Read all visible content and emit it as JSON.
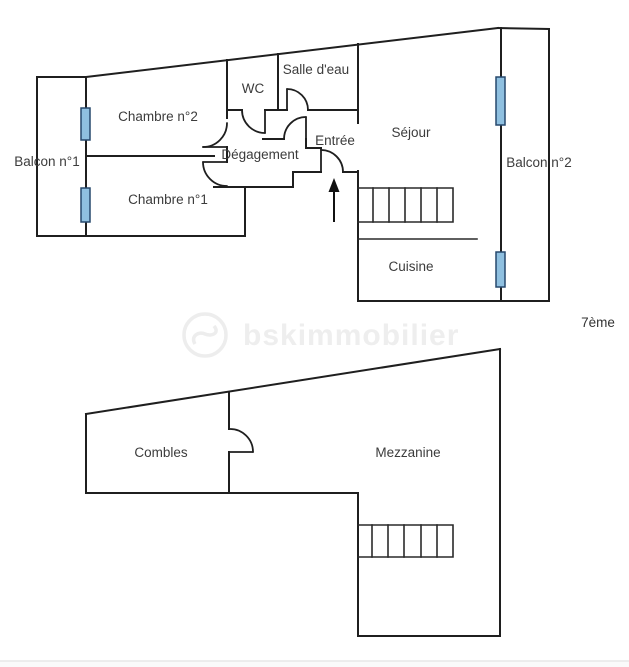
{
  "watermark": "bskimmobilier",
  "upper_floor": {
    "level_label": "7ème",
    "rooms": {
      "balcon1": "Balcon n°1",
      "chambre2": "Chambre n°2",
      "chambre1": "Chambre n°1",
      "wc": "WC",
      "salle_deau": "Salle d'eau",
      "degagement": "Dégagement",
      "entree": "Entrée",
      "sejour": "Séjour",
      "balcon2": "Balcon n°2",
      "cuisine": "Cuisine"
    }
  },
  "lower_floor": {
    "rooms": {
      "combles": "Combles",
      "mezzanine": "Mezzanine"
    }
  },
  "colors": {
    "wall": "#1f1f1f",
    "window_fill": "#8fc0e0",
    "window_border": "#27496d",
    "background": "#ffffff"
  }
}
